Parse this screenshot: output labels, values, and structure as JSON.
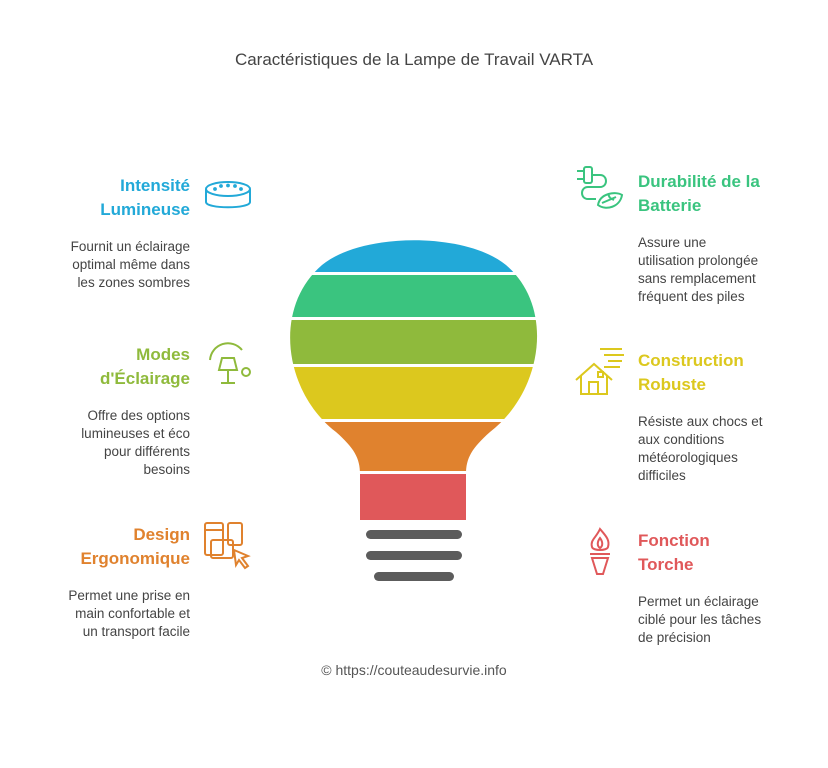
{
  "title": "Caractéristiques de la Lampe de Travail VARTA",
  "footer": "© https://couteaudesurvie.info",
  "colors": {
    "blue": "#22a9d8",
    "green": "#3ac47f",
    "olive": "#8fba3c",
    "yellow": "#dcc81e",
    "orange": "#e0822e",
    "red": "#e0585a",
    "base": "#5c5c5c"
  },
  "features": {
    "intensite": {
      "heading": "Intensité Lumineuse",
      "lines": [
        "Intensité",
        "Lumineuse"
      ],
      "desc": [
        "Fournit un éclairage",
        "optimal même dans",
        "les zones sombres"
      ],
      "icon": "led-ring-icon"
    },
    "modes": {
      "heading": "Modes d'Éclairage",
      "lines": [
        "Modes",
        "d'Éclairage"
      ],
      "desc": [
        "Offre des options",
        "lumineuses et éco",
        "pour différents",
        "besoins"
      ],
      "icon": "lamp-icon"
    },
    "design": {
      "heading": "Design Ergonomique",
      "lines": [
        "Design",
        "Ergonomique"
      ],
      "desc": [
        "Permet une prise en",
        "main confortable et",
        "un transport facile"
      ],
      "icon": "devices-cursor-icon"
    },
    "durabilite": {
      "heading": "Durabilité de la Batterie",
      "lines": [
        "Durabilité de la",
        "Batterie"
      ],
      "desc": [
        "Assure une",
        "utilisation prolongée",
        "sans remplacement",
        "fréquent des piles"
      ],
      "icon": "plug-leaf-icon"
    },
    "construction": {
      "heading": "Construction Robuste",
      "lines": [
        "Construction",
        "Robuste"
      ],
      "desc": [
        "Résiste aux chocs et",
        "aux conditions",
        "météorologiques",
        "difficiles"
      ],
      "icon": "house-wind-icon"
    },
    "torche": {
      "heading": "Fonction Torche",
      "lines": [
        "Fonction",
        "Torche"
      ],
      "desc": [
        "Permet un éclairage",
        "ciblé pour les tâches",
        "de précision"
      ],
      "icon": "torch-icon"
    }
  }
}
